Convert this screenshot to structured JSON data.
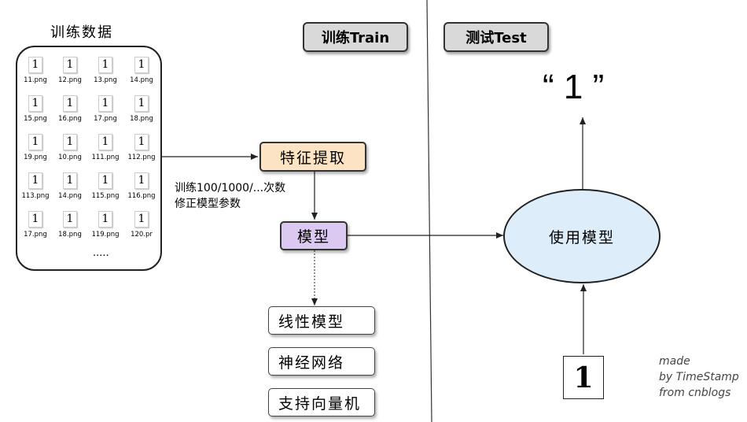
{
  "training_data": {
    "title": "训练数据",
    "files": [
      {
        "glyph": "1",
        "name": "11.png"
      },
      {
        "glyph": "1",
        "name": "12.png"
      },
      {
        "glyph": "1",
        "name": "13.png"
      },
      {
        "glyph": "1",
        "name": "14.png"
      },
      {
        "glyph": "1",
        "name": "15.png"
      },
      {
        "glyph": "1",
        "name": "16.png"
      },
      {
        "glyph": "1",
        "name": "17.png"
      },
      {
        "glyph": "1",
        "name": "18.png"
      },
      {
        "glyph": "1",
        "name": "19.png"
      },
      {
        "glyph": "1",
        "name": "10.png"
      },
      {
        "glyph": "1",
        "name": "111.png"
      },
      {
        "glyph": "1",
        "name": "112.png"
      },
      {
        "glyph": "1",
        "name": "113.png"
      },
      {
        "glyph": "1",
        "name": "14.png"
      },
      {
        "glyph": "1",
        "name": "115.png"
      },
      {
        "glyph": "1",
        "name": "116.png"
      },
      {
        "glyph": "1",
        "name": "17.png"
      },
      {
        "glyph": "1",
        "name": "18.png"
      },
      {
        "glyph": "1",
        "name": "119.png"
      },
      {
        "glyph": "1",
        "name": "120.pr"
      }
    ],
    "more": "....."
  },
  "train_header": "训练Train",
  "test_header": "测试Test",
  "feature_extraction": "特征提取",
  "iteration_note": {
    "line1": "训练100/1000/...次数",
    "line2": "修正模型参数"
  },
  "model": "模型",
  "algorithms": [
    "线性模型",
    "神经网络",
    "支持向量机"
  ],
  "use_model": "使用模型",
  "prediction": "“ 1 ”",
  "test_input_glyph": "1",
  "credit": {
    "line1": "made",
    "line2": "by TimeStamp",
    "line3": "from cnblogs"
  },
  "colors": {
    "feature_box": "#fbe3c3",
    "model_box": "#dcc9f1",
    "ellipse": "#ddeefa",
    "header_box": "#d9d9d9"
  }
}
